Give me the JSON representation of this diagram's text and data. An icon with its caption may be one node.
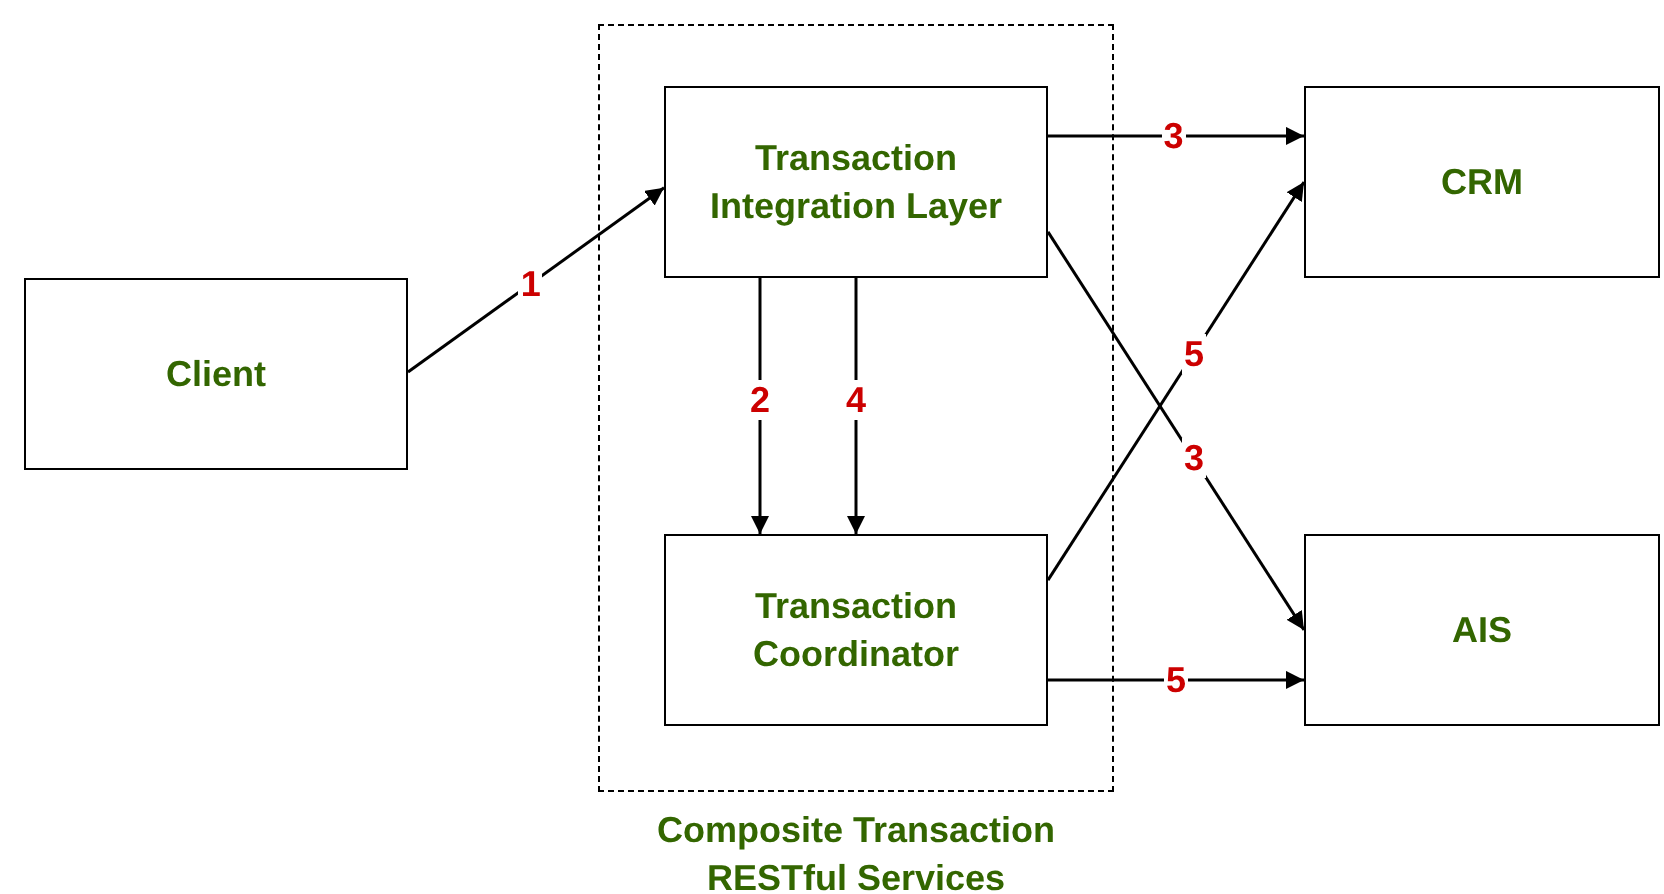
{
  "diagram": {
    "nodes": [
      {
        "text": [
          "Composite Transaction RESTful Services"
        ]
      },
      {
        "text": [
          "Client"
        ]
      },
      {
        "text": [
          "Transaction Integration Layer"
        ],
        "in": 0
      },
      {
        "text": [
          "Transaction Coordinator"
        ],
        "in": 0
      },
      {
        "text": [
          "CRM"
        ]
      },
      {
        "text": [
          "AIS"
        ]
      }
    ],
    "edges": [
      {
        "from": 1,
        "to": 2,
        "arrow": "to",
        "label": "1"
      },
      {
        "from": 2,
        "to": 3,
        "arrow": "to",
        "label": "2"
      },
      {
        "from": 2,
        "to": 3,
        "arrow": "to",
        "label": "4"
      },
      {
        "from": 2,
        "to": 4,
        "arrow": "to",
        "label": "3"
      },
      {
        "from": 2,
        "to": 5,
        "arrow": "to",
        "label": "3"
      },
      {
        "from": 3,
        "to": 4,
        "arrow": "to",
        "label": "5"
      },
      {
        "from": 3,
        "to": 5,
        "arrow": "to",
        "label": "5"
      }
    ]
  }
}
